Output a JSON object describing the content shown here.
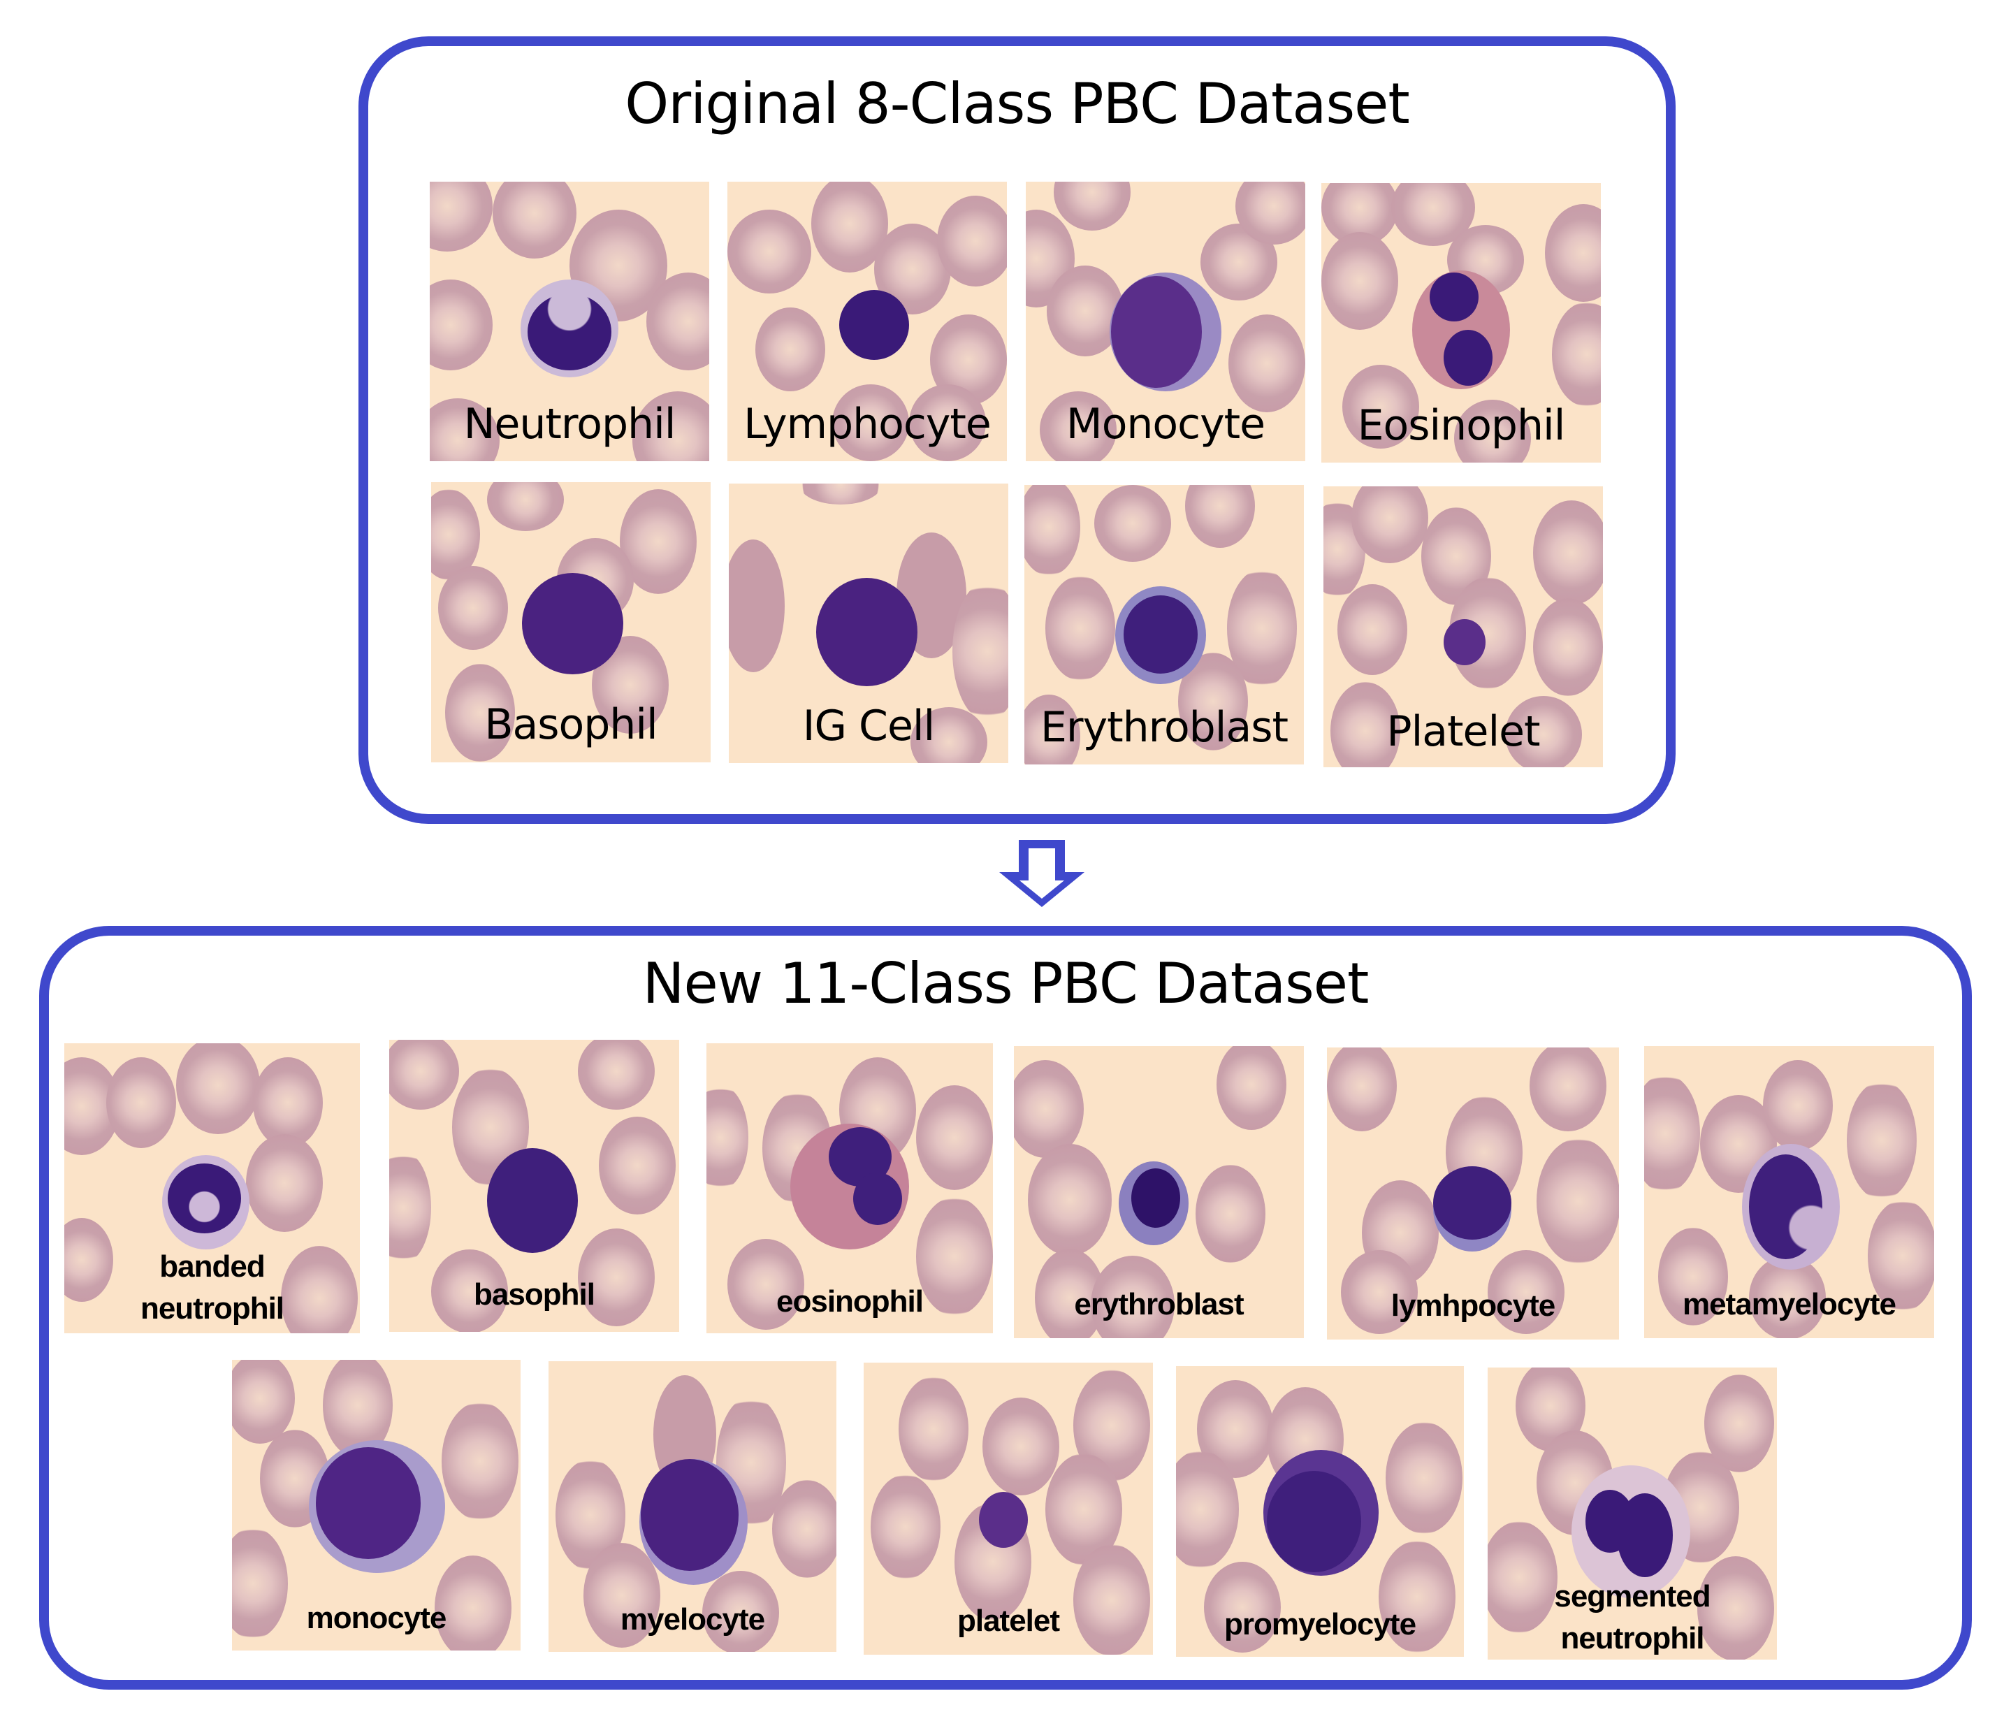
{
  "colors": {
    "frame": "#3f48cc",
    "tile_background": "#fbe3c8",
    "red_blood_cell": "#c9a1ab",
    "nucleus_stain": "#3a1a78",
    "cytoplasm_stain": "#b9a4cf"
  },
  "original_panel": {
    "title": "Original 8-Class PBC Dataset",
    "classes": [
      {
        "label": "Neutrophil"
      },
      {
        "label": "Lymphocyte"
      },
      {
        "label": "Monocyte"
      },
      {
        "label": "Eosinophil"
      },
      {
        "label": "Basophil"
      },
      {
        "label": "IG Cell"
      },
      {
        "label": "Erythroblast"
      },
      {
        "label": "Platelet"
      }
    ]
  },
  "transition_arrow": {
    "icon": "down-arrow-icon"
  },
  "new_panel": {
    "title": "New 11-Class PBC Dataset",
    "classes": [
      {
        "line1": "banded",
        "line2": "neutrophil"
      },
      {
        "line1": "basophil",
        "line2": ""
      },
      {
        "line1": "eosinophil",
        "line2": ""
      },
      {
        "line1": "erythroblast",
        "line2": ""
      },
      {
        "line1": "lymhpocyte",
        "line2": ""
      },
      {
        "line1": "metamyelocyte",
        "line2": ""
      },
      {
        "line1": "monocyte",
        "line2": ""
      },
      {
        "line1": "myelocyte",
        "line2": ""
      },
      {
        "line1": "platelet",
        "line2": ""
      },
      {
        "line1": "promyelocyte",
        "line2": ""
      },
      {
        "line1": "segmented",
        "line2": "neutrophil"
      }
    ]
  }
}
